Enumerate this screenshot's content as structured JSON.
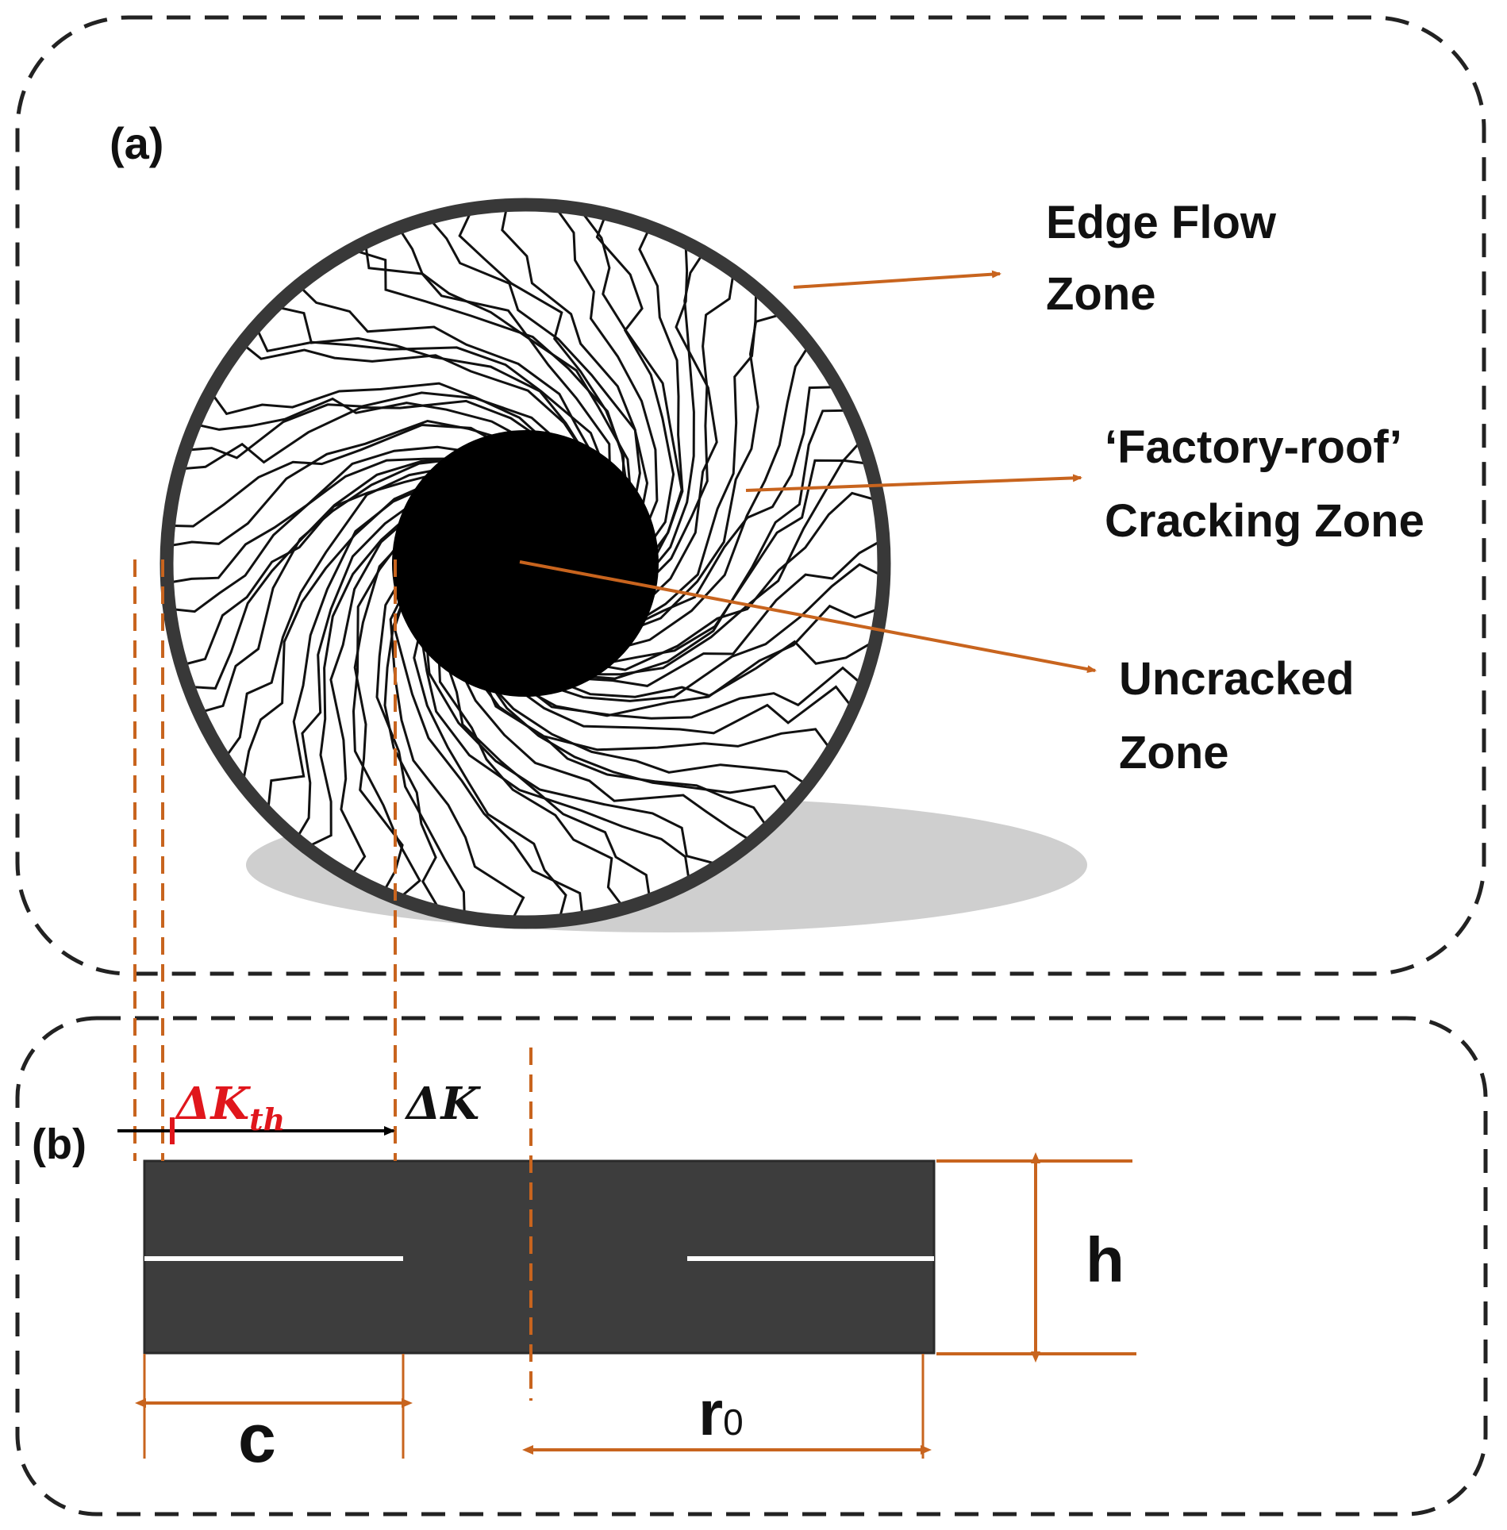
{
  "colors": {
    "accent_orange": "#c8641e",
    "threshold_red": "#e0161c",
    "dark_fill": "#3d3d3d",
    "black": "#000000",
    "shadow": "#cfcfcf"
  },
  "panel_a": {
    "tag": "(a)",
    "edge_flow": {
      "line1": "Edge Flow",
      "line2": "Zone"
    },
    "factory_roof": {
      "line1": "‘Factory-roof’",
      "line2": "Cracking Zone"
    },
    "uncracked": {
      "line1": "Uncracked",
      "line2": "Zone"
    }
  },
  "panel_b": {
    "tag": "(b)",
    "delta_k_th": {
      "base": "ΔK",
      "sub": "th"
    },
    "delta_k": "ΔK",
    "h": "h",
    "c": "c",
    "r0": {
      "base": "r",
      "sub": "0"
    }
  }
}
